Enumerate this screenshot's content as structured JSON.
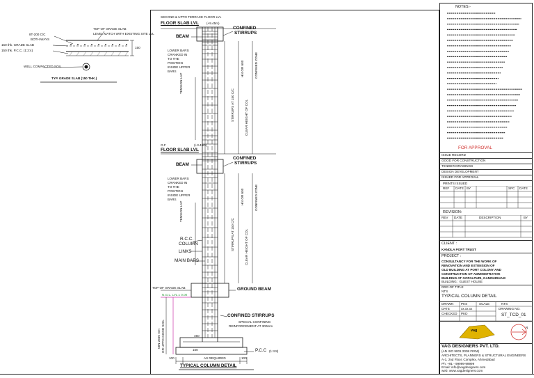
{
  "grade_slab": {
    "top_label": "TOP OF GRADE SLAB",
    "level_label": "LEVEL MATCH WITH EXISTING SITE LVL",
    "bars_label_1": "8T-200 C/C",
    "bars_label_2": "BOTH WAYS",
    "slab_label": "150 thk. GRADE SLAB",
    "pcc_label": "150 thk. P.C.C. (1:2:4)",
    "soil_label": "WELL COMPACTED SOIL",
    "title": "TYP. GRADE SLAB (150 THK.)",
    "dim": "150"
  },
  "column": {
    "top_level_label": "SECOND & UPTO TERRACE FLOOR LVL",
    "top_floor_label": "FLOOR SLAB LVL",
    "top_floor_value": "(+9.45m)",
    "gf_label": "G.F",
    "gf_floor_label": "FLOOR SLAB LVL",
    "gf_value": "(+3.45m)",
    "beam_label": "BEAM",
    "beam_label_2": "BEAM",
    "confined_label": "CONFINED",
    "stirrups_label": "STIRRUPS",
    "lower_bars_note": [
      "LOWER BARS",
      "CRANKED IN",
      "TO THE",
      "POSITION",
      "INSIDE UPPER",
      "BARS"
    ],
    "lower_bars_note_2": [
      "LOWER BARS",
      "CRANKED IN",
      "TO THE",
      "POSITION",
      "INSIDE UPPER",
      "BARS"
    ],
    "tension_lap": "TENSION LAP",
    "stirrups_spacing": "STIRRUPS AT 150 C/C",
    "confined_zone": "CONFINED ZONE",
    "height_note": "H/4 OR 600",
    "clear_height": "CLEAR HEIGHT OF COL",
    "rcc_column": "R.C.C.",
    "rcc_column_2": "COLUMN",
    "links": "LINKS",
    "main_bars": "MAIN BARS",
    "top_grade_slab": "TOP OF GRADE SLAB",
    "ngl": "N.G.L. LVL ± 0.00",
    "ground_beam": "GROUND BEAM",
    "confined_stirrups_bottom": "CONFINED STIRRUPS",
    "special_confining": "SPECIAL CONFINING",
    "reinforcement": "REINFORCEMENT AT 300mm",
    "min_depth": "MIN 2500 mm",
    "depth_note": "OR UPTO GOOD SOIL",
    "pcc": "P.C.C",
    "pcc_mix": "(1:4:8)",
    "as_required": "AS REQUIRED",
    "dim_100_left": "100",
    "dim_100_right": "100",
    "dim_450": "450",
    "dim_150": "150",
    "title": "TYPICAL COLUMN DETAIL"
  },
  "notes": {
    "heading": "NOTES:-",
    "line_count": 24,
    "for_approval": "FOR APPROVAL"
  },
  "issue_record": {
    "rows": [
      "ISSUE RECORD",
      "GOOD FOR CONSTRUCTION",
      "TENDER DRAWINGS",
      "DESIGN DEVELOPMENT",
      "ISSUED FOR APPROVAL"
    ],
    "prints_issued": "PRINTS ISSUED",
    "headers": [
      "REF",
      "DATE",
      "BY",
      "",
      "SPC",
      "DATE"
    ]
  },
  "revision": {
    "heading": "REVISION:",
    "headers": [
      "REV",
      "DATE",
      "DESCRIPTION",
      "",
      "BY"
    ]
  },
  "client": {
    "label": "CLIENT :",
    "name": "KANDLA PORT TRUST"
  },
  "project": {
    "label": "PROJECT :",
    "lines": [
      "CONSULTANCY FOR THE WORK OF",
      "RENOVATION AND EXTENSION OF",
      "OLD BUILDING AT PORT COLONY AND",
      "CONSTRUCTION OF ADMINISTRATIVE",
      "BUILDING AT GOPALPURI, GANDHIDHAM"
    ],
    "building": "BUILDING : GUEST HOUSE"
  },
  "drawing": {
    "drawing_of": "DRG OF TITLE",
    "scale_label": "NTS",
    "title": "TYPICAL COLUMN DETAIL",
    "meta": [
      [
        "DRAWN",
        "PKS",
        "SCALE",
        "NTS"
      ],
      [
        "DATE",
        "xx.xx.xx",
        "DRAWING NO.",
        ""
      ],
      [
        "CHECKED",
        "PKD",
        "",
        ""
      ]
    ],
    "number": "ST_TCD_01"
  },
  "firm": {
    "name": "VAG DESIGNERS PVT. LTD.",
    "tagline": "(AN ISO 9001:2008 FIRM)",
    "line1": "ARCHITECTS, PLANNERS & STRUCTURAL ENGINEERS",
    "line2": "A-1, 2nd Floor, Complex, Ahmedabad",
    "line3": "Ph: +91 - 99999-99999",
    "line4": "Email: info@vagdesigners.com",
    "line5": "web: www.vagdesigners.com",
    "logo_text": "vag",
    "north": "N"
  },
  "colors": {
    "line": "#1a1a1a",
    "approval_red": "#d0312d",
    "magenta": "#cc33aa",
    "green": "#2f9d3f",
    "logo_yellow": "#e0b300"
  }
}
